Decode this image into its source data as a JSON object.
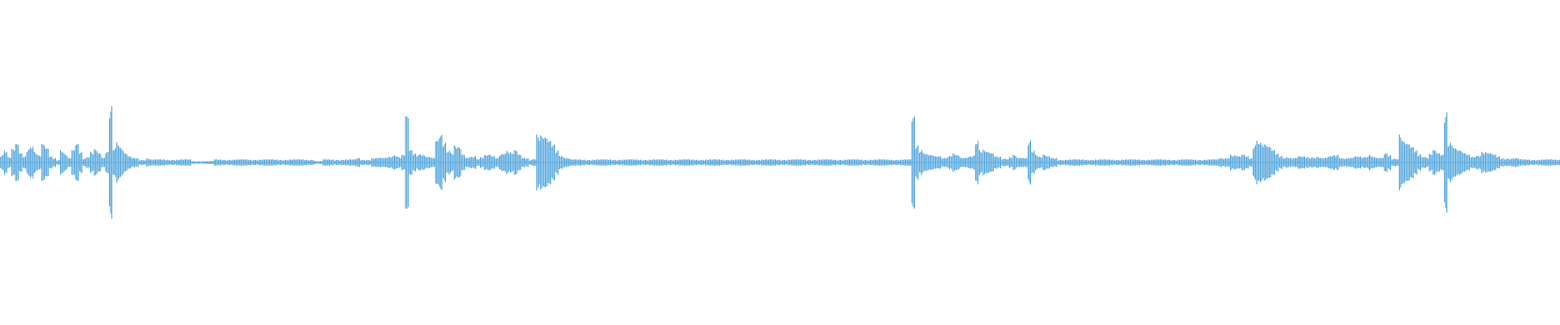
{
  "waveform": {
    "color": "#5aa9dd",
    "background": "#ffffff",
    "amplitude_max": 1.0,
    "envelope": [
      0.06,
      0.1,
      0.04,
      0.09,
      0.12,
      0.06,
      0.04,
      0.1,
      0.14,
      0.08,
      0.05,
      0.12,
      0.09,
      0.04,
      0.03,
      0.02,
      0.1,
      0.06,
      0.03,
      0.08,
      0.12,
      0.07,
      0.03,
      0.05,
      0.08,
      0.09,
      0.06,
      0.03,
      0.07,
      0.4,
      0.12,
      0.16,
      0.1,
      0.06,
      0.04,
      0.03,
      0.03,
      0.02,
      0.02,
      0.03,
      0.02,
      0.02,
      0.02,
      0.02,
      0.02,
      0.02,
      0.02,
      0.02,
      0.02,
      0.02,
      0.02,
      0.01,
      0.01,
      0.01,
      0.01,
      0.01,
      0.01,
      0.02,
      0.02,
      0.02,
      0.02,
      0.02,
      0.02,
      0.02,
      0.02,
      0.02,
      0.02,
      0.02,
      0.02,
      0.02,
      0.02,
      0.02,
      0.02,
      0.02,
      0.02,
      0.02,
      0.02,
      0.02,
      0.02,
      0.02,
      0.02,
      0.02,
      0.02,
      0.02,
      0.01,
      0.01,
      0.02,
      0.02,
      0.02,
      0.02,
      0.02,
      0.02,
      0.02,
      0.02,
      0.02,
      0.03,
      0.02,
      0.02,
      0.02,
      0.03,
      0.03,
      0.03,
      0.03,
      0.04,
      0.05,
      0.06,
      0.04,
      0.05,
      0.3,
      0.08,
      0.06,
      0.06,
      0.07,
      0.05,
      0.04,
      0.03,
      0.14,
      0.18,
      0.14,
      0.1,
      0.08,
      0.12,
      0.1,
      0.05,
      0.03,
      0.04,
      0.05,
      0.03,
      0.04,
      0.05,
      0.05,
      0.04,
      0.03,
      0.06,
      0.08,
      0.09,
      0.07,
      0.08,
      0.05,
      0.03,
      0.03,
      0.02,
      0.03,
      0.2,
      0.18,
      0.16,
      0.14,
      0.12,
      0.09,
      0.06,
      0.04,
      0.03,
      0.02,
      0.02,
      0.02,
      0.02,
      0.02,
      0.02,
      0.02,
      0.02,
      0.02,
      0.02,
      0.02,
      0.02,
      0.02,
      0.02,
      0.02,
      0.02,
      0.02,
      0.02,
      0.02,
      0.02,
      0.02,
      0.02,
      0.02,
      0.02,
      0.02,
      0.02,
      0.02,
      0.02,
      0.02,
      0.02,
      0.02,
      0.02,
      0.02,
      0.02,
      0.02,
      0.02,
      0.02,
      0.02,
      0.02,
      0.02,
      0.02,
      0.02,
      0.02,
      0.02,
      0.02,
      0.02,
      0.02,
      0.02,
      0.02,
      0.02,
      0.02,
      0.02,
      0.02,
      0.02,
      0.02,
      0.02,
      0.02,
      0.02,
      0.02,
      0.02,
      0.02,
      0.02,
      0.02,
      0.02,
      0.02,
      0.02,
      0.02,
      0.02,
      0.02,
      0.02,
      0.02,
      0.02,
      0.02,
      0.02,
      0.02,
      0.02,
      0.02,
      0.02,
      0.02,
      0.02,
      0.02,
      0.02,
      0.02,
      0.02,
      0.02,
      0.02,
      0.02,
      0.02,
      0.02,
      0.02,
      0.02,
      0.3,
      0.12,
      0.1,
      0.08,
      0.06,
      0.05,
      0.04,
      0.04,
      0.03,
      0.04,
      0.06,
      0.07,
      0.05,
      0.03,
      0.03,
      0.04,
      0.05,
      0.18,
      0.1,
      0.09,
      0.07,
      0.06,
      0.04,
      0.04,
      0.03,
      0.03,
      0.04,
      0.05,
      0.03,
      0.03,
      0.03,
      0.16,
      0.1,
      0.06,
      0.04,
      0.05,
      0.04,
      0.03,
      0.03,
      0.02,
      0.02,
      0.02,
      0.02,
      0.02,
      0.02,
      0.02,
      0.02,
      0.02,
      0.02,
      0.02,
      0.02,
      0.02,
      0.02,
      0.02,
      0.02,
      0.02,
      0.02,
      0.02,
      0.02,
      0.02,
      0.02,
      0.02,
      0.02,
      0.02,
      0.02,
      0.02,
      0.02,
      0.02,
      0.02,
      0.02,
      0.02,
      0.02,
      0.02,
      0.02,
      0.02,
      0.02,
      0.02,
      0.02,
      0.02,
      0.02,
      0.02,
      0.02,
      0.03,
      0.03,
      0.04,
      0.06,
      0.05,
      0.04,
      0.05,
      0.04,
      0.03,
      0.14,
      0.18,
      0.14,
      0.12,
      0.1,
      0.08,
      0.06,
      0.05,
      0.04,
      0.04,
      0.03,
      0.03,
      0.04,
      0.04,
      0.04,
      0.04,
      0.04,
      0.04,
      0.03,
      0.03,
      0.04,
      0.05,
      0.06,
      0.04,
      0.03,
      0.03,
      0.03,
      0.04,
      0.04,
      0.04,
      0.05,
      0.06,
      0.04,
      0.03,
      0.03,
      0.06,
      0.05,
      0.03,
      0.03,
      0.2,
      0.14,
      0.12,
      0.1,
      0.08,
      0.06,
      0.05,
      0.04,
      0.06,
      0.08,
      0.06,
      0.05,
      0.35,
      0.16,
      0.14,
      0.1,
      0.08,
      0.06,
      0.05,
      0.04,
      0.05,
      0.06,
      0.08,
      0.07,
      0.06,
      0.05,
      0.04,
      0.03,
      0.03,
      0.03,
      0.03,
      0.03,
      0.02,
      0.02,
      0.02,
      0.02,
      0.02,
      0.02,
      0.02,
      0.02,
      0.02,
      0.02,
      0.02
    ]
  }
}
